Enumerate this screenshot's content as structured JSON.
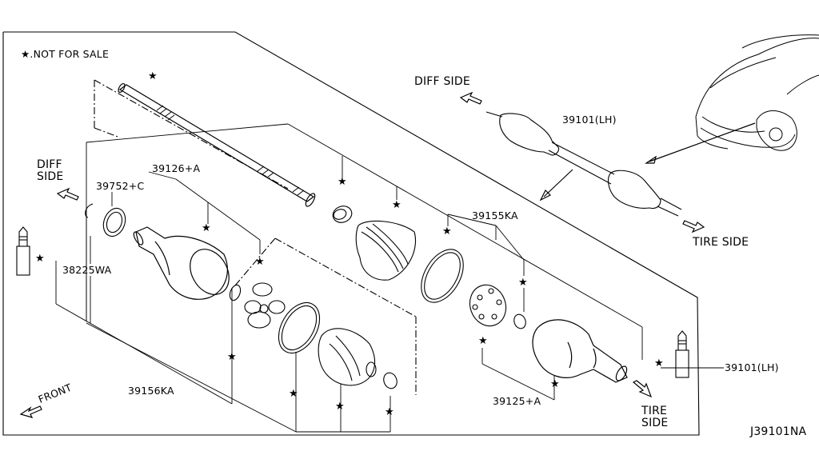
{
  "legend": {
    "symbol": "★",
    "text": ".NOT FOR SALE"
  },
  "labels": {
    "diff_side_top": "DIFF SIDE",
    "diff_side_left_1": "DIFF",
    "diff_side_left_2": "SIDE",
    "tire_side_top": "TIRE SIDE",
    "tire_side_bottom_1": "TIRE",
    "tire_side_bottom_2": "SIDE",
    "front": "FRONT"
  },
  "parts": {
    "p39101_top": "39101(LH)",
    "p39101_right": "39101(LH)",
    "p39126": "39126+A",
    "p39752": "39752+C",
    "p38225": "38225WA",
    "p39155": "39155KA",
    "p39156": "39156KA",
    "p39125": "39125+A"
  },
  "diagram_code": "J39101NA",
  "star_glyph": "★"
}
